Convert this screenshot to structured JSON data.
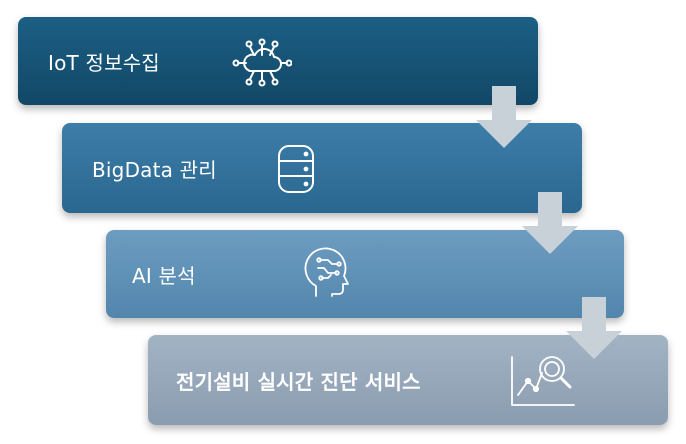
{
  "steps": [
    {
      "label": "IoT 정보수집",
      "icon": "iot-cloud-icon"
    },
    {
      "label": "BigData 관리",
      "icon": "database-icon"
    },
    {
      "label": "AI 분석",
      "icon": "ai-brain-icon"
    },
    {
      "label": "전기설비 실시간 진단 서비스",
      "icon": "analytics-search-icon"
    }
  ],
  "colors": {
    "step1": "#124766",
    "step2": "#2a6690",
    "step3": "#5386ad",
    "step4": "#8a9caf",
    "arrow": "#c8d0d8"
  }
}
